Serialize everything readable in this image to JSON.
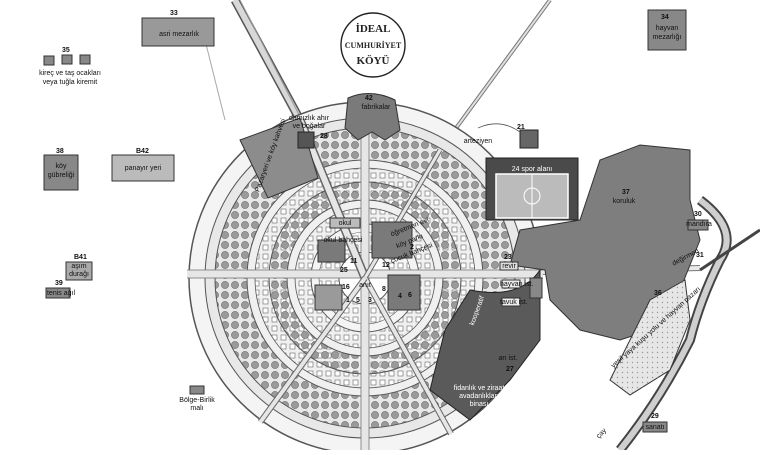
{
  "logo": {
    "line1": "İDEAL",
    "line2": "CUMHURİYET",
    "line3": "KÖYÜ"
  },
  "colors": {
    "park": "#8c8c8c",
    "dark_area": "#5a5a5a",
    "road": "#d8d8d8",
    "tree": "#9a9a9a",
    "light_area": "#e8e8e8"
  },
  "labels": {
    "l33_num": "33",
    "l33_text": "asri mezarlık",
    "l34_num": "34",
    "l34_text1": "hayvan",
    "l34_text2": "mezarlığı",
    "l35_num": "35",
    "l35_text1": "kireç ve taş ocakları",
    "l35_text2": "veya tuğla kiremit",
    "l38_num": "38",
    "l38_text1": "köy",
    "l38_text2": "gübreliği",
    "b42_num": "B42",
    "b42_text": "panayır yeri",
    "b41_num": "B41",
    "b41_text1": "aşım",
    "b41_text2": "durağı",
    "l39_num": "39",
    "l39_text": "tenis ağıl",
    "bolge_text1": "Bölge-Birlik",
    "bolge_text2": "malı",
    "l42_num": "42",
    "l42_text": "fabrikalar",
    "damizlik_text1": "damızlık ahır",
    "damizlik_text2": "ve boğalar",
    "l28_num": "28",
    "pazaryeri_text": "Pazaryeri ve köy kahvesi",
    "l21_num": "21",
    "arteziyen_text": "arteziyen",
    "spor_text": "24 spor alanı",
    "l37_num": "37",
    "l37_text": "koruluk",
    "l30_num": "30",
    "l30_text": "mandıra",
    "l31_num": "31",
    "degirmen_text": "değirmen",
    "l23_num": "23",
    "l23_text": "revir",
    "l36_num": "36",
    "yesil_text": "yeşil yaya kuşu yolu ve hayvan pazarı",
    "l29_num": "29",
    "l29_text": "sanatı",
    "cay_text": "çay",
    "okul_text": "okul",
    "okul_bahce_text": "okul bahçesi",
    "ogretmen_text": "öğretmen evi",
    "koy_parki_text": "köy parkı",
    "cocuk_bahcesi_text": "çocuk bahçesi",
    "anit_text": "anıt",
    "n1": "1",
    "n2": "2",
    "n3": "3",
    "n4": "4",
    "n5": "5",
    "n6": "6",
    "n8": "8",
    "n11": "11",
    "n12": "12",
    "n16": "16",
    "n25": "25",
    "n27": "27",
    "hayvan_ist_text": "hayvan ist.",
    "tavuk_ist_text": "tavuk ist.",
    "ari_ist_text": "arı ist.",
    "fidanlik_text1": "fidanlık ve ziraat",
    "fidanlik_text2": "avadanlıkları",
    "fidanlik_text3": "binası",
    "kooperatif_text": "kooperatif"
  }
}
